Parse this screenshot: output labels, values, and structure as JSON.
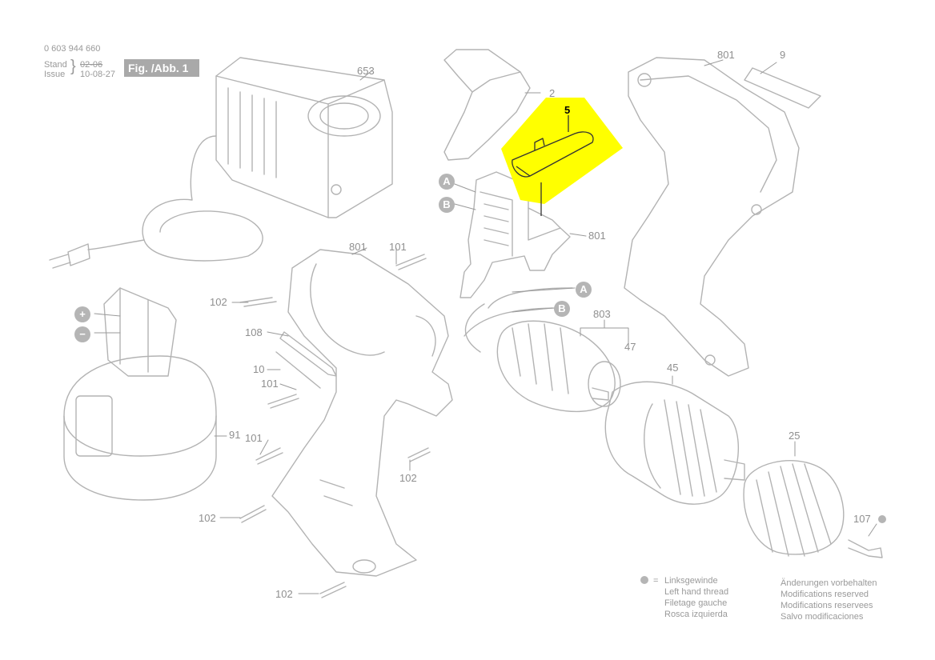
{
  "header": {
    "part_number": "0 603 944 660",
    "stand_label": "Stand",
    "stand_date": "02-06",
    "issue_label": "Issue",
    "issue_date": "10-08-27",
    "figure_label": "Fig. /Abb. 1"
  },
  "parts": {
    "p653": "653",
    "p2": "2",
    "p5": "5",
    "p801_top": "801",
    "p9": "9",
    "p801_switch": "801",
    "p801_housing": "801",
    "p101_a": "101",
    "p102_a": "102",
    "p108": "108",
    "p10": "10",
    "p101_b": "101",
    "p91": "91",
    "p101_c": "101",
    "p102_b": "102",
    "p102_c": "102",
    "p102_d": "102",
    "p803": "803",
    "p47": "47",
    "p45": "45",
    "p25": "25",
    "p107": "107"
  },
  "markers": {
    "a1": "A",
    "b1": "B",
    "a2": "A",
    "b2": "B",
    "plus": "+",
    "minus": "−"
  },
  "highlight_color": "#ffff00",
  "legend_left": {
    "equals": "=",
    "lines": [
      "Linksgewinde",
      "Left hand thread",
      "Filetage gauche",
      "Rosca izquierda"
    ]
  },
  "legend_right": {
    "lines": [
      "Änderungen vorbehalten",
      "Modifications reserved",
      "Modifications reservees",
      "Salvo modificaciones"
    ]
  }
}
